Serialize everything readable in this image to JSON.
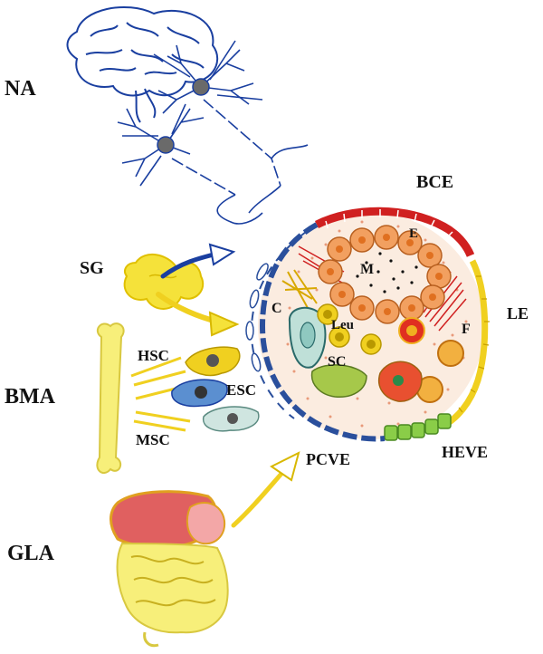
{
  "labels": {
    "na": "NA",
    "sg": "SG",
    "bma": "BMA",
    "gla": "GLA",
    "hsc": "HSC",
    "esc": "ESC",
    "msc": "MSC",
    "bce": "BCE",
    "le": "LE",
    "heve": "HEVE",
    "pcve": "PCVE",
    "e": "E",
    "m": "M",
    "c": "C",
    "leu": "Leu",
    "f": "F",
    "sc": "SC"
  },
  "colors": {
    "nerve": "#1a3fa0",
    "gland_yellow": "#f5e23a",
    "bone_yellow": "#f7ef7a",
    "liver_red": "#e06060",
    "endothelium_blue": "#2a4f9c",
    "blood_red": "#d02020",
    "lymph_yellow": "#f0d020",
    "heve_green": "#7cc23a",
    "stroma_dots": "#e89a7a",
    "lymphocyte_orange": "#f2a060"
  }
}
